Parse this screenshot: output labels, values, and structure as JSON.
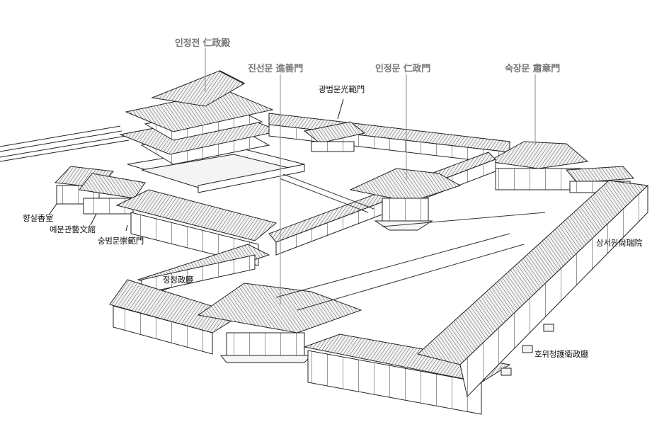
{
  "labels": {
    "injeongjeon": "인정전 仁政殿",
    "jinseonmun": "진선문 進善門",
    "injeongmun": "인정문 仁政門",
    "sukjangmun": "숙장문 肅章門",
    "gwangbeommun": "광범문光範門",
    "hyangsil": "향실香室",
    "yemungwan": "예문관藝文館",
    "sungbeommun": "숭범문崇範門",
    "jeongcheong": "정청政廳",
    "sangseowon": "상서원尙瑞院",
    "howicheong": "호위청護衛政廳"
  },
  "colors": {
    "line": "#1a1a1a",
    "roof": "#d9d9d9",
    "wall": "#ffffff",
    "leader": "#8a8a8a"
  }
}
